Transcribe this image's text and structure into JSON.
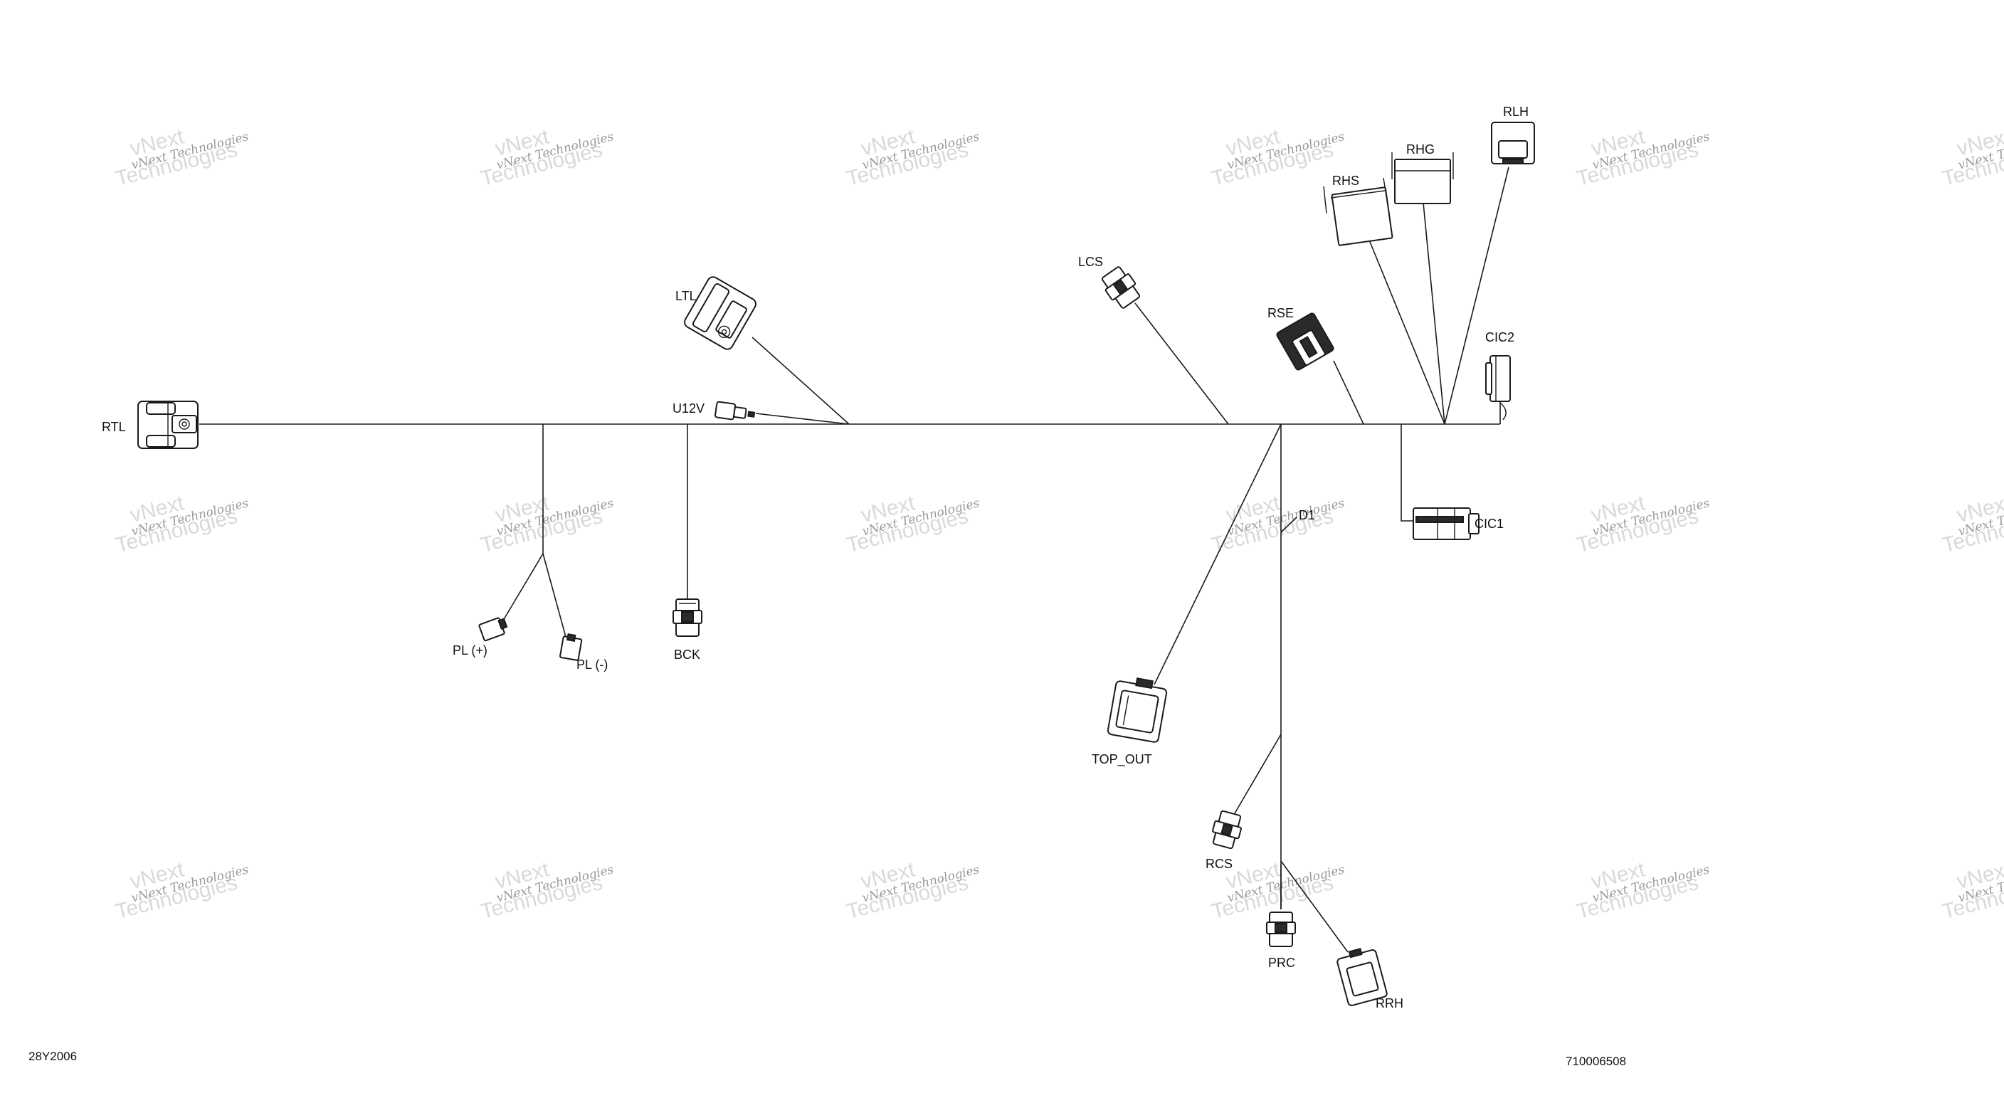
{
  "watermark": {
    "line1": "vNext",
    "line2": "Technologies",
    "line3": "vNext Technologies"
  },
  "footer": {
    "left_code": "28Y2006",
    "right_code": "710006508"
  },
  "labels": {
    "rtl": "RTL",
    "ltl": "LTL",
    "u12v": "U12V",
    "lcs": "LCS",
    "rse": "RSE",
    "rhs": "RHS",
    "rhg": "RHG",
    "rlh": "RLH",
    "cic2": "CIC2",
    "cic1": "CIC1",
    "d1": "D1",
    "pl_plus": "PL (+)",
    "pl_minus": "PL (-)",
    "bck": "BCK",
    "top_out": "TOP_OUT",
    "rcs": "RCS",
    "prc": "PRC",
    "rrh": "RRH"
  }
}
